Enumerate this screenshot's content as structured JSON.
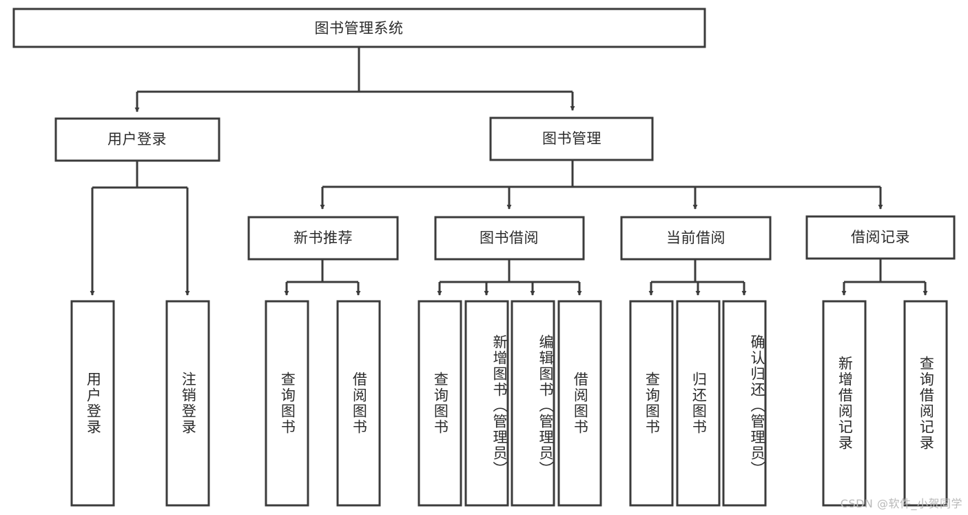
{
  "diagram": {
    "type": "tree-hierarchy",
    "title": "图书管理系统",
    "orientation": "top-down",
    "colors": {
      "stroke": "#3b3b3b",
      "box_fill": "#ffffff",
      "text": "#2b2b2b",
      "background": "#ffffff",
      "watermark": "#b9b9b9"
    },
    "root": {
      "id": "root",
      "label": "图书管理系统",
      "text_orientation": "horizontal"
    },
    "level2": [
      {
        "id": "user-login",
        "label": "用户登录",
        "text_orientation": "horizontal"
      },
      {
        "id": "book-manage",
        "label": "图书管理",
        "text_orientation": "horizontal"
      }
    ],
    "level3": [
      {
        "id": "new-book-recommend",
        "label": "新书推荐",
        "text_orientation": "horizontal",
        "parent": "book-manage"
      },
      {
        "id": "book-borrow",
        "label": "图书借阅",
        "text_orientation": "horizontal",
        "parent": "book-manage"
      },
      {
        "id": "current-borrow",
        "label": "当前借阅",
        "text_orientation": "horizontal",
        "parent": "book-manage"
      },
      {
        "id": "borrow-record",
        "label": "借阅记录",
        "text_orientation": "horizontal",
        "parent": "book-manage"
      }
    ],
    "leaves": [
      {
        "id": "leaf-user-login",
        "label": "用户登录",
        "parent": "user-login",
        "text_orientation": "vertical"
      },
      {
        "id": "leaf-user-logout",
        "label": "注销登录",
        "parent": "user-login",
        "text_orientation": "vertical"
      },
      {
        "id": "leaf-query-book-1",
        "label": "查询图书",
        "parent": "new-book-recommend",
        "text_orientation": "vertical"
      },
      {
        "id": "leaf-borrow-book-1",
        "label": "借阅图书",
        "parent": "new-book-recommend",
        "text_orientation": "vertical"
      },
      {
        "id": "leaf-query-book-2",
        "label": "查询图书",
        "parent": "book-borrow",
        "text_orientation": "vertical"
      },
      {
        "id": "leaf-add-book",
        "label": "新增图书（管理员）",
        "parent": "book-borrow",
        "text_orientation": "vertical"
      },
      {
        "id": "leaf-edit-book",
        "label": "编辑图书（管理员）",
        "parent": "book-borrow",
        "text_orientation": "vertical"
      },
      {
        "id": "leaf-borrow-book-2",
        "label": "借阅图书",
        "parent": "book-borrow",
        "text_orientation": "vertical"
      },
      {
        "id": "leaf-query-book-3",
        "label": "查询图书",
        "parent": "current-borrow",
        "text_orientation": "vertical"
      },
      {
        "id": "leaf-return-book",
        "label": "归还图书",
        "parent": "current-borrow",
        "text_orientation": "vertical"
      },
      {
        "id": "leaf-confirm-return",
        "label": "确认归还（管理员）",
        "parent": "current-borrow",
        "text_orientation": "vertical"
      },
      {
        "id": "leaf-add-record",
        "label": "新增借阅记录",
        "parent": "borrow-record",
        "text_orientation": "vertical"
      },
      {
        "id": "leaf-query-record",
        "label": "查询借阅记录",
        "parent": "borrow-record",
        "text_orientation": "vertical"
      }
    ]
  },
  "watermark": {
    "text": "CSDN @软件_小贺同学"
  }
}
